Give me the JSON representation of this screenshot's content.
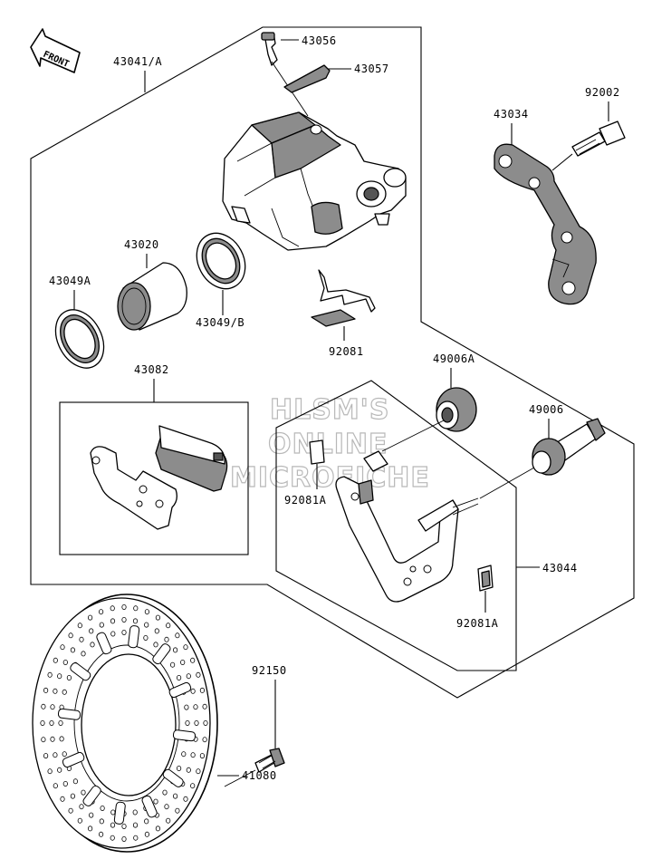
{
  "front_badge": "FRONT",
  "watermark": [
    "HLSM'S",
    "ONLINE",
    "MICROFICHE"
  ],
  "labels": {
    "assembly": "43041/A",
    "bleeder": "43056",
    "cap": "43057",
    "bracket_plate": "43034",
    "bolt_top": "92002",
    "piston": "43020",
    "seal_a": "43049A",
    "seal_b": "43049/B",
    "spring_upper": "92081",
    "pads": "43082",
    "boot_a": "49006A",
    "boot": "49006",
    "clip_a": "92081A",
    "holder": "43044",
    "clip_a2": "92081A",
    "disc_bolt": "92150",
    "disc": "41080"
  }
}
